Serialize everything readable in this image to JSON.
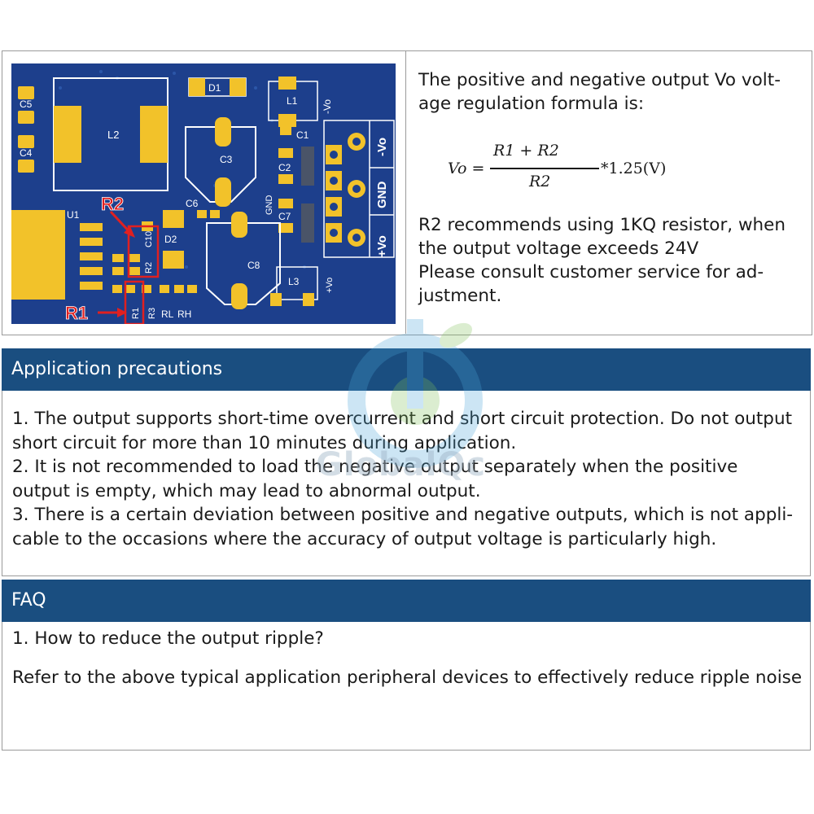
{
  "pcb": {
    "labels": {
      "c5": "C5",
      "c4": "C4",
      "l2": "L2",
      "d1": "D1",
      "l1": "L1",
      "vo_minus_top": "-Vo",
      "c1": "C1",
      "c3": "C3",
      "c2": "C2",
      "c6": "C6",
      "gnd_vert": "GND",
      "c7": "C7",
      "u1": "U1",
      "c10": "C10",
      "d2": "D2",
      "r2": "R2",
      "c8": "C8",
      "l3": "L3",
      "vo_plus_vert": "+Vo",
      "r1": "R1",
      "r3": "R3",
      "rl": "RL",
      "rh": "RH",
      "terminal_vo_minus": "-Vo",
      "terminal_gnd": "GND",
      "terminal_vo_plus": "+Vo",
      "callout_r2": "R2",
      "callout_r1": "R1"
    },
    "colors": {
      "board": "#1d3f8c",
      "pad": "#f2c22a",
      "silk": "#ffffff",
      "callout": "#e02020"
    }
  },
  "formula": {
    "intro": "The positive and negative output Vo volt-age regulation formula is:",
    "lhs": "Vo =",
    "numerator": "R1 + R2",
    "denominator": "R2",
    "multiplier": "*1.25(V)",
    "note_line1": "R2 recommends using 1KQ resistor, when",
    "note_line2": "the output voltage exceeds 24V",
    "note_line3": "Please consult customer service for ad-",
    "note_line4": "justment."
  },
  "precautions": {
    "title": "Application precautions",
    "line1": "1. The output supports short-time overcurrent and short circuit protection. Do not output",
    "line2": "short circuit for more than 10 minutes during application.",
    "line3": "2. It is not recommended to load the negative output separately when the positive",
    "line4": "output is empty, which may lead to abnormal output.",
    "line5": "3. There is a certain deviation between positive and negative outputs, which is not appli-",
    "line6": "cable to the occasions where the accuracy of output voltage is particularly high."
  },
  "faq": {
    "title": "FAQ",
    "question": "1. How to reduce the output ripple?",
    "answer": "Refer to the above typical application peripheral devices to effectively reduce ripple noise"
  },
  "watermark": {
    "text": "GlobalQc"
  },
  "colors": {
    "section_bar": "#1a4e80",
    "border": "#9a9a9a"
  }
}
